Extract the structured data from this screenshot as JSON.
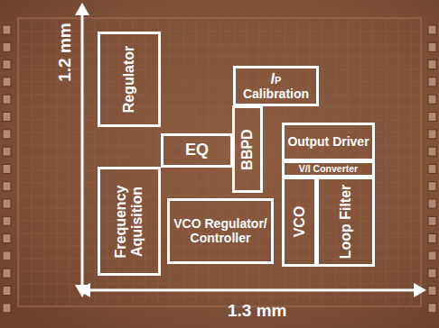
{
  "diagram": {
    "nodes": [
      {
        "text": [
          "Regulator"
        ]
      },
      {
        "text": [
          "IP",
          "Calibration"
        ]
      },
      {
        "text": [
          "EQ"
        ]
      },
      {
        "text": [
          "BBPD"
        ]
      },
      {
        "text": [
          "Output Driver"
        ]
      },
      {
        "text": [
          "V/I Converter"
        ]
      },
      {
        "text": [
          "Frequency Aquisition"
        ]
      },
      {
        "text": [
          "VCO Regulator/ Controller"
        ]
      },
      {
        "text": [
          "VCO"
        ]
      },
      {
        "text": [
          "Loop Filter"
        ]
      }
    ],
    "labels": [
      "1.2 mm",
      "1.3 mm"
    ]
  }
}
